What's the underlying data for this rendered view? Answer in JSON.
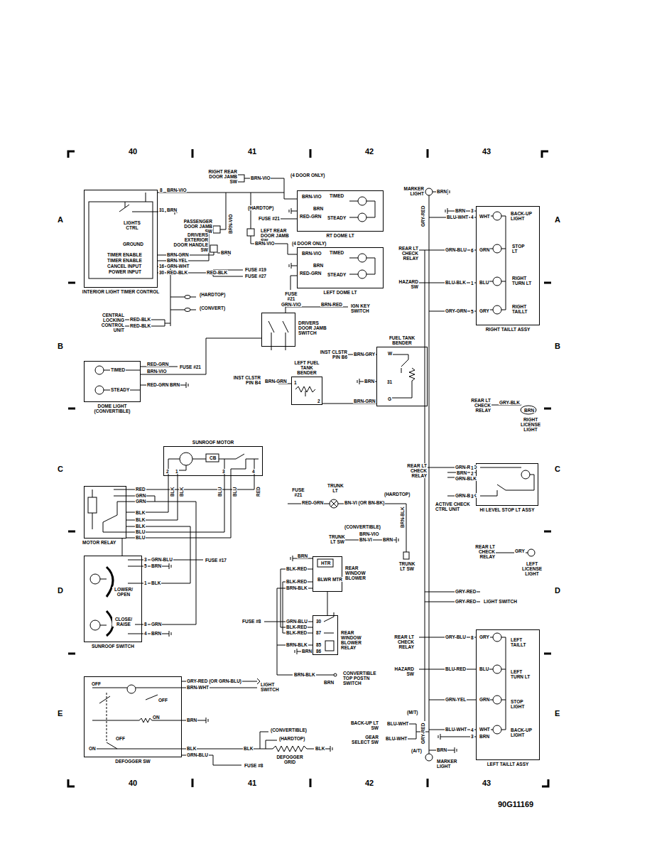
{
  "diagram": {
    "nodes": [
      {
        "text": [
          "INTERIOR LIGHT TIMER CONTROL"
        ]
      },
      {
        "text": [
          "RT DOME LT"
        ]
      },
      {
        "text": [
          "LEFT DOME LT"
        ]
      },
      {
        "text": [
          "DRIVERS DOOR JAMB SWITCH"
        ]
      },
      {
        "text": [
          "DOME LIGHT (CONVERTIBLE)"
        ]
      },
      {
        "text": [
          "LEFT FUEL TANK BENDER"
        ]
      },
      {
        "text": [
          "FUEL TANK BENDER"
        ]
      },
      {
        "text": [
          "SUNROOF MOTOR"
        ]
      },
      {
        "text": [
          "MOTOR RELAY"
        ]
      },
      {
        "text": [
          "SUNROOF SWITCH"
        ]
      },
      {
        "text": [
          "DEFOGGER SW"
        ]
      },
      {
        "text": [
          "REAR WINDOW BLOWER"
        ]
      },
      {
        "text": [
          "REAR WINDOW BLOWER RELAY"
        ]
      },
      {
        "text": [
          "RIGHT TAILLT ASSY"
        ]
      },
      {
        "text": [
          "HI LEVEL STOP LT ASSY"
        ]
      },
      {
        "text": [
          "LEFT TAILLT ASSY"
        ]
      }
    ],
    "edges": [
      {
        "from": 7,
        "to": 8,
        "arrow": "none"
      },
      {
        "from": 8,
        "to": 9,
        "arrow": "none"
      },
      {
        "from": 11,
        "to": 12,
        "arrow": "none"
      },
      {
        "from": 0,
        "to": 1,
        "arrow": "none"
      }
    ],
    "labels": [
      "40",
      "41",
      "42",
      "43",
      "40",
      "41",
      "42",
      "43",
      "A",
      "A",
      "B",
      "B",
      "C",
      "C",
      "D",
      "D",
      "E",
      "E",
      "90G11169",
      "RIGHT REAR DOOR JAMB SW",
      "BRN-VIO",
      "(4 DOOR ONLY)",
      "8",
      "BRN-VIO",
      "31",
      "BRN",
      "(HARDTOP)",
      "BRN-VIO",
      "BRN-VIO",
      "TIMED",
      "BRN",
      "RED-GRN",
      "STEADY",
      "FUSE #21",
      "PASSENGER DOOR JAMB SW",
      "LEFT REAR DOOR JAMB SW",
      "DRIVERS EXTERIOR DOOR HANDLE SW",
      "BRN-VIO",
      "(4 DOOR ONLY)",
      "BRN",
      "BRN-VIO",
      "TIMED",
      "BRN",
      "RED-GRN",
      "STEADY",
      "FUSE #21",
      "LIGHTS CTRL",
      "GROUND",
      "TIMER ENABLE",
      "TIMER ENABLE",
      "CANCEL INPUT",
      "POWER INPUT",
      "16",
      "30",
      "BRN-GRN",
      "BRN-YEL",
      "GRN-WHT",
      "RED-BLK",
      "RED-BLK",
      "FUSE #19",
      "FUSE #27",
      "(HARDTOP)",
      "(CONVERT)",
      "CENTRAL LOCKING CONTROL UNIT",
      "RED-BLK",
      "RED-BLK",
      "GRN-VIO",
      "BRN-RED",
      "IGN KEY SWITCH",
      "RED-GRN",
      "FUSE #21",
      "BRN-VIO",
      "TIMED",
      "STEADY",
      "RED-GRN",
      "BRN",
      "INST CLSTR PIN B6",
      "BRN-GRY",
      "W",
      "31",
      "BRN",
      "G",
      "BRN-GRN",
      "INST CLSTR PIN B4",
      "BRN-GRN",
      "1",
      "2",
      "MARKER LIGHT",
      "BRN",
      "GRY-RED",
      "BRN",
      "3",
      "BLU-WHT",
      "4",
      "WHT",
      "BACK-UP LIGHT",
      "REAR LT CHECK RELAY",
      "GRN-BLU",
      "6",
      "GRN",
      "STOP LT",
      "HAZARD SW",
      "BLU-BLK",
      "1",
      "BLU",
      "RIGHT TURN LT",
      "GRY-GRN",
      "5",
      "GRY",
      "RIGHT TAILLT",
      "REAR LT CHECK RELAY",
      "GRY-BLK",
      "RIGHT LICENSE LIGHT",
      "REAR LT CHECK RELAY",
      "GRN-RED",
      "1",
      "BRN",
      "2",
      "GRN-BLK",
      "GRN-BLK",
      "3",
      "ACTIVE CHECK CTRL UNIT",
      "REAR LT CHECK RELAY",
      "GRY",
      "BRN",
      "LEFT LICENSE LIGHT",
      "GRY-RED",
      "GRY-RED",
      "LIGHT SWITCH",
      "REAR LT CHECK RELAY",
      "GRY-BLU",
      "8",
      "GRY",
      "LEFT TAILLT",
      "HAZARD SW",
      "BLU-RED",
      "BLU",
      "LEFT TURN LT",
      "GRN-YEL",
      "GRN",
      "STOP LIGHT",
      "(M/T)",
      "BACK-UP LT SW",
      "BLU-WHT",
      "GEAR SELECT SW",
      "BLU-WHT",
      "(A/T)",
      "BLU-WHT",
      "4",
      "WHT",
      "3",
      "BRN",
      "BACK-UP LIGHT",
      "GRY-RED",
      "BRN",
      "MARKER LIGHT",
      "FUSE #21",
      "TRUNK LT",
      "RED-GRN",
      "BN-VI (OR BN-BK)",
      "(HARDTOP)",
      "(CONVERTIBLE)",
      "BRN-VIO",
      "TRUNK LT SW",
      "BN-VI",
      "BRN",
      "BRN-BLK",
      "TRUNK LT SW",
      "CB",
      "2",
      "1",
      "3",
      "4",
      "BLK",
      "BLK",
      "BLU",
      "BLU",
      "RED",
      "RED",
      "GRN",
      "GRN",
      "BLK",
      "BLK",
      "BLK",
      "BLU",
      "BLU",
      "3",
      "GRN-BLU",
      "FUSE #17",
      "5",
      "BRN",
      "1",
      "BLK",
      "LOWER/ OPEN",
      "CLOSE/ RAISE",
      "8",
      "GRN",
      "4",
      "BRN",
      "BRN",
      "HTR",
      "BLK-RED",
      "BLWR MTR",
      "BLK-RED",
      "BRN-BLK",
      "FUSE #8",
      "GRN-BLU",
      "BLK-RED",
      "BLK-RED",
      "30",
      "87",
      "85",
      "86",
      "BRN-BLK",
      "BRN",
      "BRN-BLK",
      "CONVERTIBLE TOP POSTN SWITCH",
      "BRN",
      "OFF",
      "OFF",
      "ON",
      "OFF",
      "ON",
      "GRY-RED (OR GRN-BLU)",
      "BRN-WHT",
      "LIGHT SWITCH",
      "BRN",
      "BLK",
      "GRN-BLU",
      "BLK",
      "(CONVERTIBLE)",
      "(HARDTOP)",
      "BLK",
      "DEFOGGER GRID",
      "FUSE #8"
    ]
  }
}
